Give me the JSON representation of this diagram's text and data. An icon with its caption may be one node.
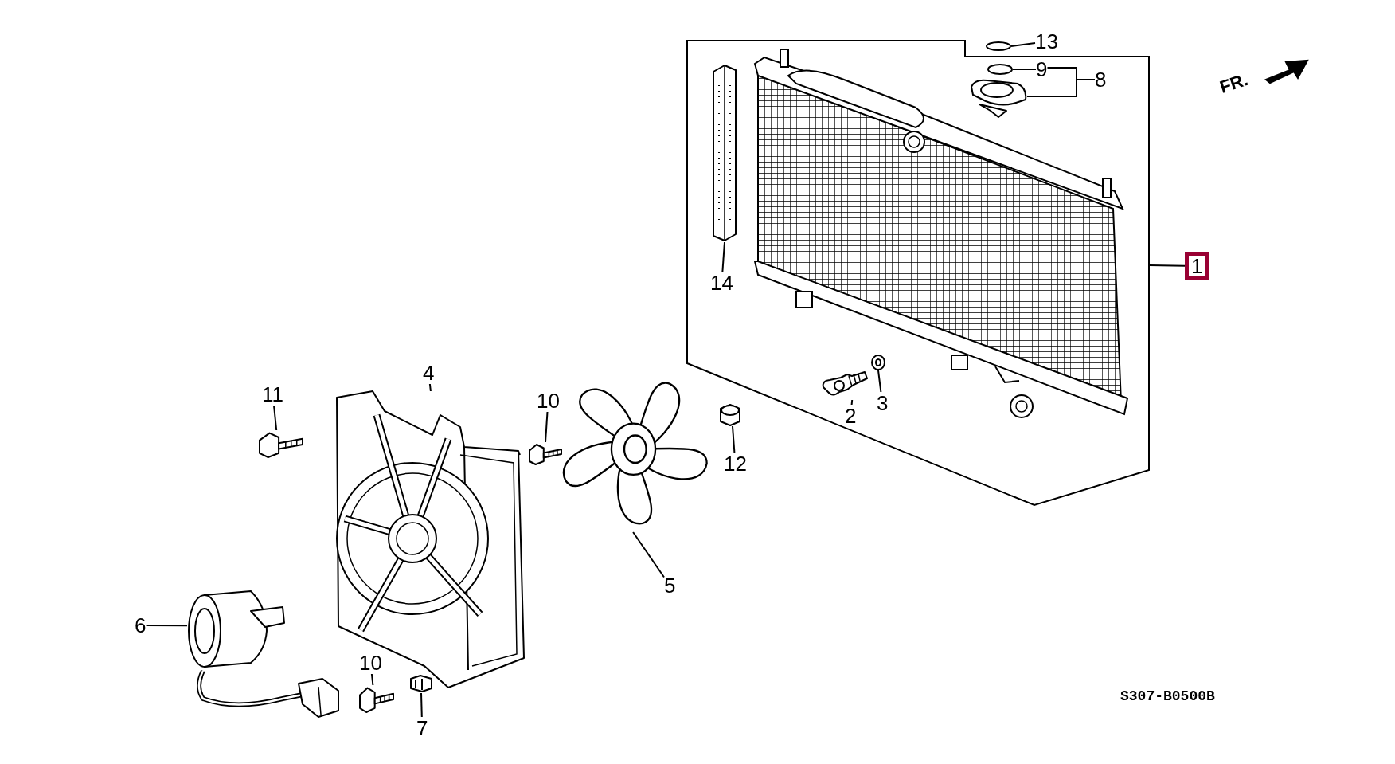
{
  "diagram": {
    "nodes": [
      {
        "text": [
          "1"
        ]
      },
      {
        "text": [],
        "shape": "box"
      },
      {
        "text": [
          "2"
        ],
        "in": 1
      },
      {
        "text": [],
        "shape": "picture",
        "in": 1
      },
      {
        "text": [
          "3"
        ],
        "in": 1
      },
      {
        "text": [],
        "shape": "picture",
        "in": 1
      },
      {
        "text": [
          "4"
        ]
      },
      {
        "text": [],
        "shape": "picture"
      },
      {
        "text": [
          "5"
        ]
      },
      {
        "text": [],
        "shape": "picture"
      },
      {
        "text": [
          "6"
        ]
      },
      {
        "text": [],
        "shape": "picture"
      },
      {
        "text": [
          "7"
        ]
      },
      {
        "text": [],
        "shape": "picture"
      },
      {
        "text": [
          "8"
        ],
        "in": 1
      },
      {
        "text": [],
        "shape": "picture",
        "in": 1
      },
      {
        "text": [
          "9"
        ],
        "in": 1
      },
      {
        "text": [],
        "shape": "circle",
        "in": 1
      },
      {
        "text": [
          "10"
        ]
      },
      {
        "text": [],
        "shape": "picture"
      },
      {
        "text": [
          "10"
        ]
      },
      {
        "text": [],
        "shape": "picture"
      },
      {
        "text": [
          "11"
        ]
      },
      {
        "text": [],
        "shape": "picture"
      },
      {
        "text": [
          "12"
        ]
      },
      {
        "text": [],
        "shape": "picture"
      },
      {
        "text": [
          "13"
        ]
      },
      {
        "text": [],
        "shape": "circle"
      },
      {
        "text": [
          "14"
        ],
        "in": 1
      },
      {
        "text": [],
        "shape": "picture",
        "in": 1
      }
    ],
    "edges": [
      {
        "from": 0,
        "to": 1,
        "arrow": "none"
      },
      {
        "from": 2,
        "to": 3,
        "arrow": "none"
      },
      {
        "from": 4,
        "to": 5,
        "arrow": "none"
      },
      {
        "from": 6,
        "to": 7,
        "arrow": "none"
      },
      {
        "from": 8,
        "to": 9,
        "arrow": "none"
      },
      {
        "from": 10,
        "to": 11,
        "arrow": "none"
      },
      {
        "from": 12,
        "to": 13,
        "arrow": "none"
      },
      {
        "from": 14,
        "to": 16,
        "arrow": "none"
      },
      {
        "from": 14,
        "to": 15,
        "arrow": "none"
      },
      {
        "from": 16,
        "to": 17,
        "arrow": "none"
      },
      {
        "from": 18,
        "to": 19,
        "arrow": "none"
      },
      {
        "from": 20,
        "to": 21,
        "arrow": "none"
      },
      {
        "from": 22,
        "to": 23,
        "arrow": "none"
      },
      {
        "from": 24,
        "to": 25,
        "arrow": "none"
      },
      {
        "from": 26,
        "to": 27,
        "arrow": "none"
      },
      {
        "from": 28,
        "to": 29,
        "arrow": "none"
      }
    ],
    "labels": [
      "FR.",
      "S307-B0500B"
    ]
  }
}
